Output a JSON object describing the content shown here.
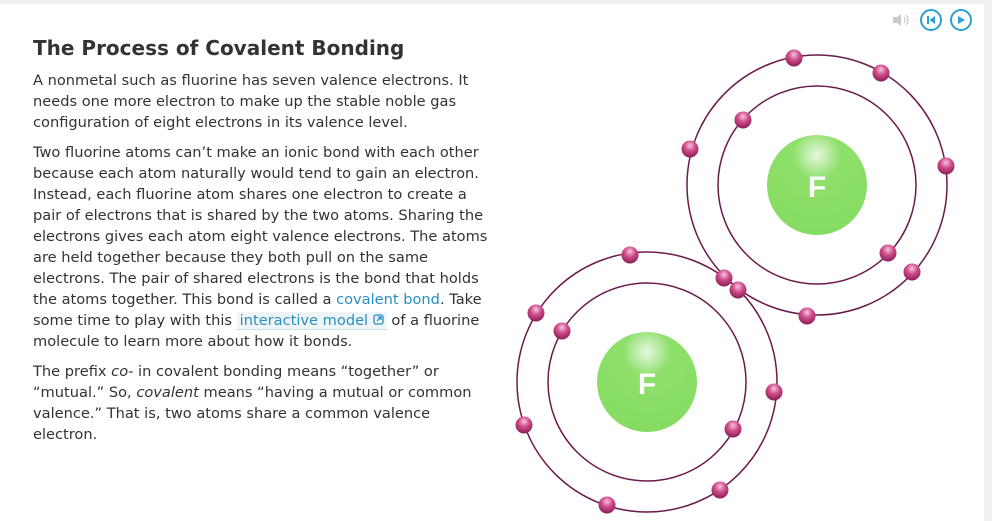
{
  "controls": {
    "audio": "speaker-icon",
    "restart": "skip-back-icon",
    "play": "play-icon"
  },
  "title": "The Process of Covalent Bonding",
  "paragraphs": {
    "p1": "A nonmetal such as fluorine has seven valence electrons. It needs one more electron to make up the stable noble gas configuration of eight electrons in its valence level.",
    "p2_a": "Two fluorine atoms can’t make an ionic bond with each other because each atom naturally would tend to gain an electron. Instead, each fluorine atom shares one electron to create a pair of electrons that is shared by the two atoms. Sharing the electrons gives each atom eight valence electrons. The atoms are held together because they both pull on the same electrons. The pair of shared electrons is the bond that holds the atoms together. This bond is called a ",
    "p2_link1": "covalent bond",
    "p2_b": ". Take some time to play with this ",
    "p2_link2": "interactive model",
    "p2_c": " of a fluorine molecule to learn more about how it bonds.",
    "p3_a": "The prefix ",
    "p3_em1": "co-",
    "p3_b": " in covalent bonding means “together” or “mutual.” So, ",
    "p3_em2": "covalent",
    "p3_c": " means “having a mutual or common valence.” That is, two atoms share a common valence electron."
  },
  "diagram": {
    "atom_label_1": "F",
    "atom_label_2": "F",
    "nucleus_color": "#8ee06a",
    "electron_color": "#c0397a",
    "orbit_color": "#6b1a4a"
  }
}
